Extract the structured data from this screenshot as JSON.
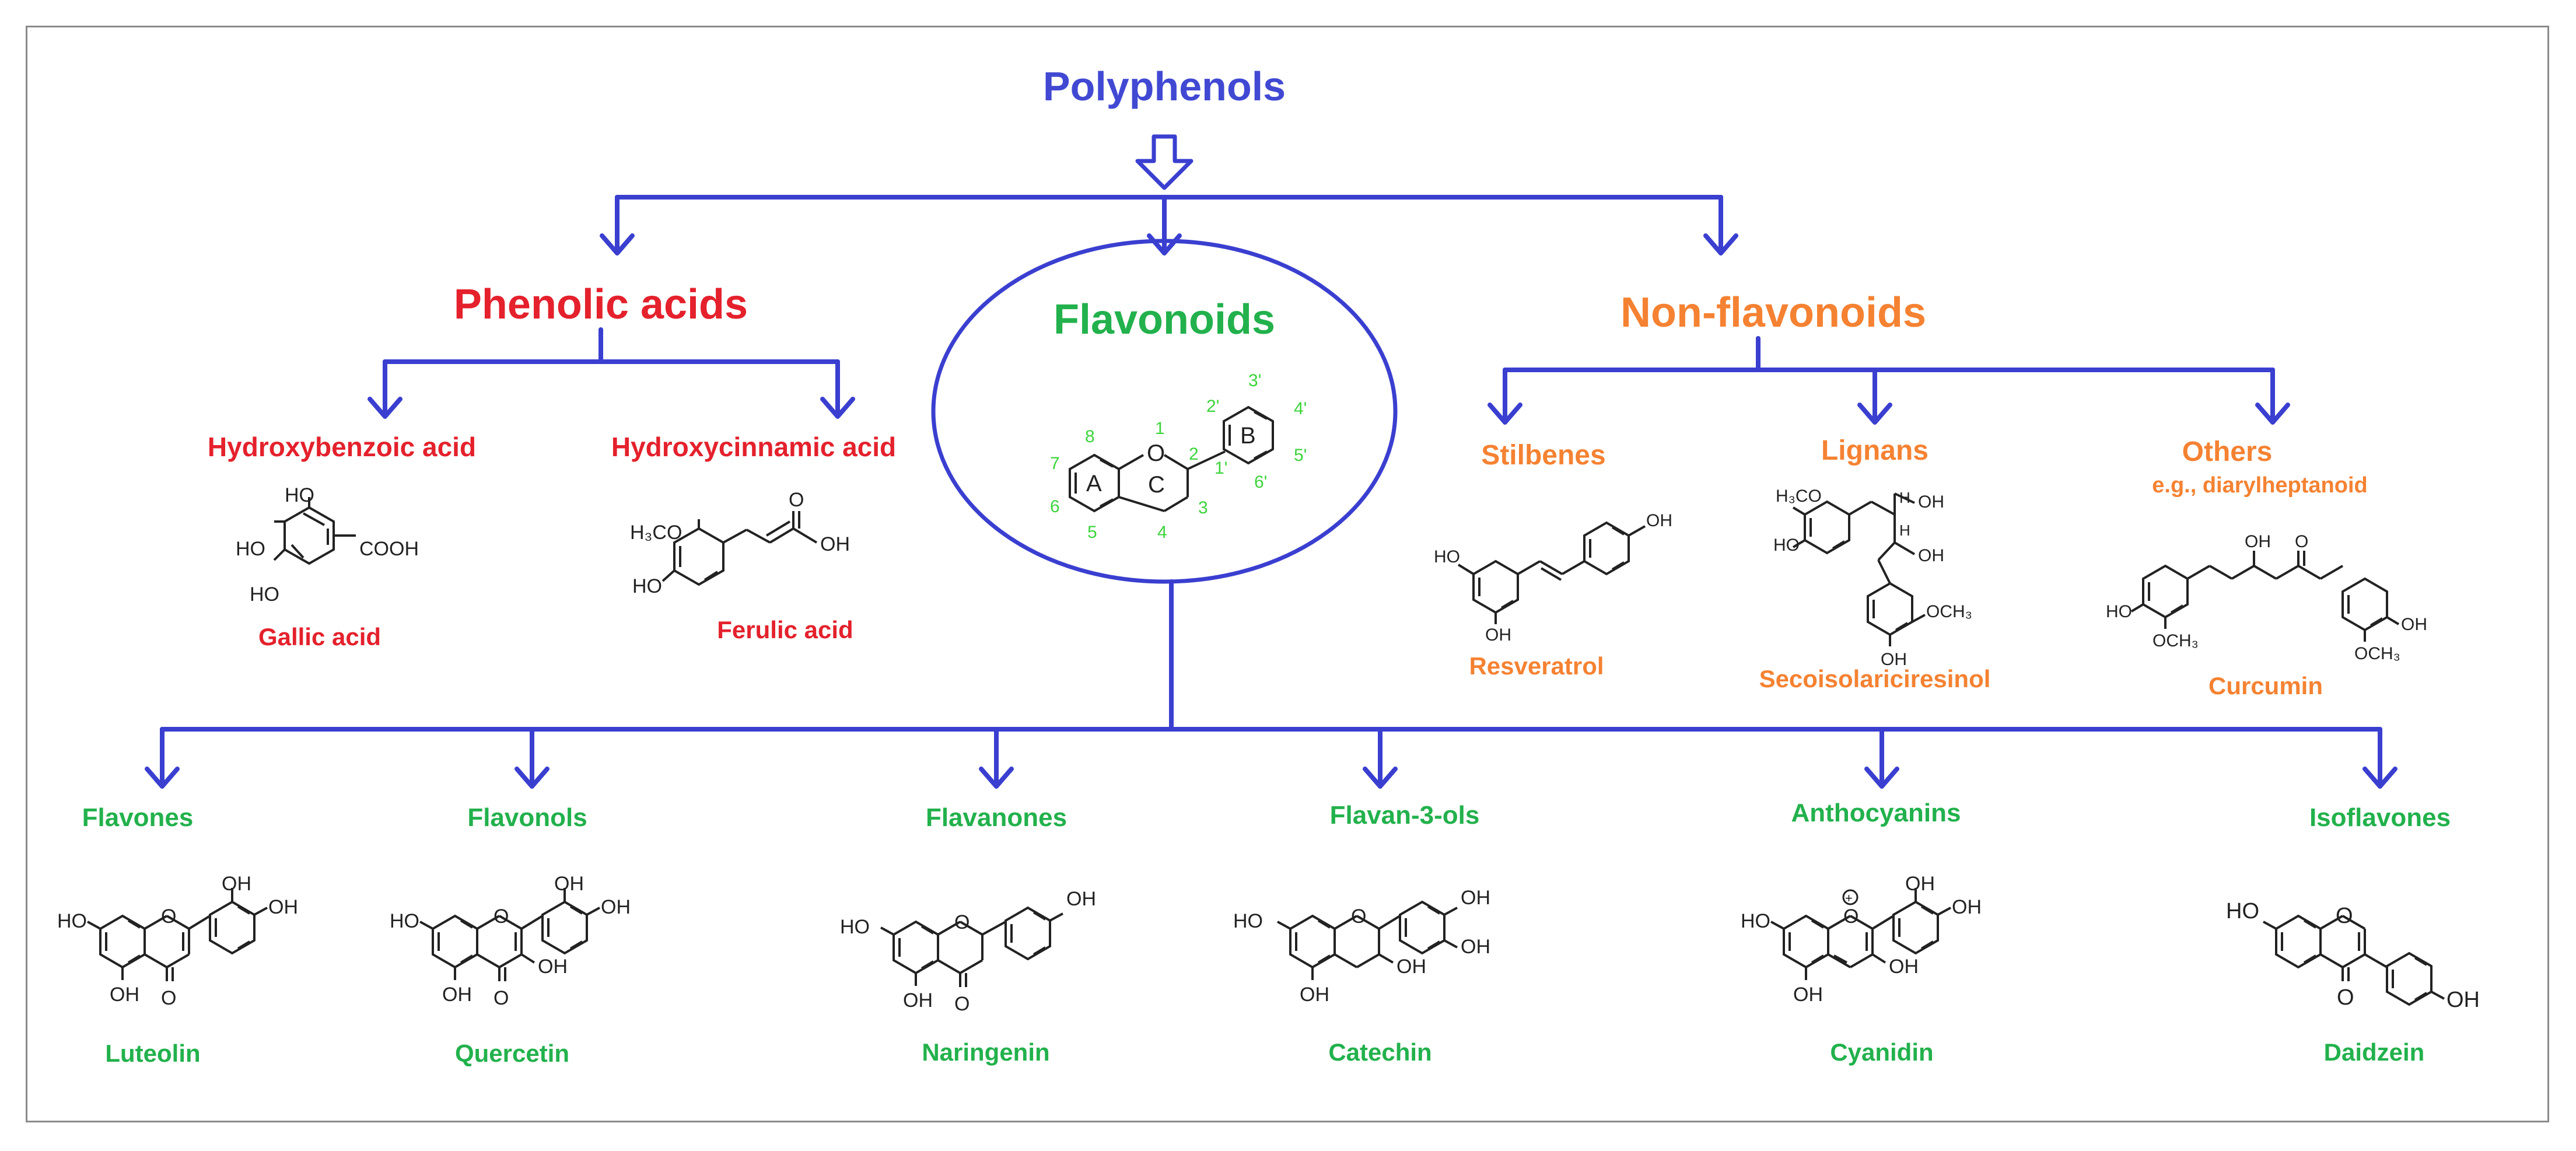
{
  "title": "Polyphenols",
  "colors": {
    "blue": "#3a3fd0",
    "title_blue": "#4149d3",
    "red": "#e4212c",
    "green": "#22b14c",
    "orange": "#f58232",
    "bond": "#222222",
    "numbering": "#3cd43c"
  },
  "phenolic_acids": {
    "label": "Phenolic acids",
    "hydroxybenzoic": {
      "label": "Hydroxybenzoic acid",
      "example": "Gallic acid",
      "atoms": {
        "oh_top": "HO",
        "oh_mid": "HO",
        "oh_bot": "HO",
        "acid": "COOH"
      }
    },
    "hydroxycinnamic": {
      "label": "Hydroxycinnamic acid",
      "example": "Ferulic acid",
      "atoms": {
        "methoxy": "H₃CO",
        "oh": "HO",
        "carbonyl": "O",
        "acid_oh": "OH"
      }
    }
  },
  "flavonoids": {
    "label": "Flavonoids",
    "core": {
      "ring_a": "A",
      "ring_b": "B",
      "ring_c": "C",
      "oxygen": "O",
      "numbers": [
        "1",
        "2",
        "3",
        "4",
        "5",
        "6",
        "7",
        "8",
        "2'",
        "3'",
        "4'",
        "5'",
        "6'",
        "1'"
      ]
    },
    "subclasses": [
      {
        "label": "Flavones",
        "example": "Luteolin",
        "atoms": [
          "OH",
          "OH",
          "HO",
          "OH",
          "O",
          "O"
        ]
      },
      {
        "label": "Flavonols",
        "example": "Quercetin",
        "atoms": [
          "OH",
          "OH",
          "HO",
          "OH",
          "O",
          "OH",
          "O"
        ]
      },
      {
        "label": "Flavanones",
        "example": "Naringenin",
        "atoms": [
          "OH",
          "HO",
          "OH",
          "O",
          "O"
        ]
      },
      {
        "label": "Flavan-3-ols",
        "example": "Catechin",
        "atoms": [
          "OH",
          "OH",
          "HO",
          "OH",
          "OH",
          "O"
        ]
      },
      {
        "label": "Anthocyanins",
        "example": "Cyanidin",
        "atoms": [
          "OH",
          "OH",
          "HO",
          "OH",
          "OH",
          "O",
          "+"
        ]
      },
      {
        "label": "Isoflavones",
        "example": "Daidzein",
        "atoms": [
          "HO",
          "O",
          "O",
          "OH"
        ]
      }
    ]
  },
  "non_flavonoids": {
    "label": "Non-flavonoids",
    "stilbenes": {
      "label": "Stilbenes",
      "example": "Resveratrol",
      "atoms": [
        "OH",
        "HO",
        "OH"
      ]
    },
    "lignans": {
      "label": "Lignans",
      "example": "Secoisolariciresinol",
      "atoms": [
        "H₃CO",
        "HO",
        "OH",
        "OH",
        "H",
        "H",
        "OCH₃",
        "OH"
      ]
    },
    "others": {
      "label": "Others",
      "sublabel": "e.g., diarylheptanoid",
      "example": "Curcumin",
      "atoms": [
        "OH",
        "O",
        "HO",
        "OCH₃",
        "OCH₃",
        "OH"
      ]
    }
  }
}
